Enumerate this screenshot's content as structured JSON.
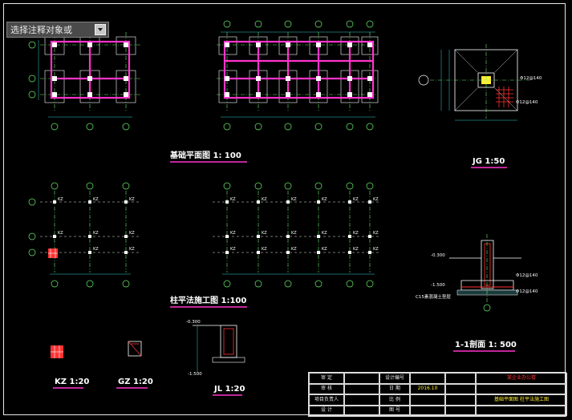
{
  "prompt": {
    "text": "选择注释对象或",
    "dropdown_icon": "dropdown-arrow-icon"
  },
  "colors": {
    "background": "#000000",
    "axis": "#6cf06c",
    "wall": "#ff33cc",
    "text": "#ffffff",
    "label": "#ffee33",
    "dim": "#35d0d0",
    "rebar": "#ff3333"
  },
  "drawings": {
    "foundation_plan": {
      "title": "基础平面图  1: 100"
    },
    "jg": {
      "title": "JG 1:50",
      "note1": "Φ12@140",
      "note2": "Φ12@140"
    },
    "column_plan": {
      "title": "柱平法施工图  1:100",
      "column_tag": "KZ"
    },
    "section": {
      "title": "1-1剖面  1: 500",
      "level_top": "-0.300",
      "level_bottom": "-1.500",
      "bar1": "Φ12@140",
      "bar2": "Φ12@140",
      "note": "C15素混凝土垫层"
    },
    "kz": {
      "title": "KZ  1:20"
    },
    "gz": {
      "title": "GZ  1:20"
    },
    "jl": {
      "title": "JL  1:20",
      "level_top": "-0.300",
      "level_bottom": "-1.500"
    }
  },
  "title_block": {
    "labels": {
      "approve": "审  定",
      "review": "审  核",
      "project_lead": "项目负责人",
      "design": "设  计",
      "design_no": "设计编号",
      "date": "日  期",
      "scale": "比  例",
      "drawing_no": "图  号"
    },
    "date_value": "2016.10",
    "project_name": "某企业办公楼",
    "drawing_name": "基础平面图 柱平法施工图"
  }
}
